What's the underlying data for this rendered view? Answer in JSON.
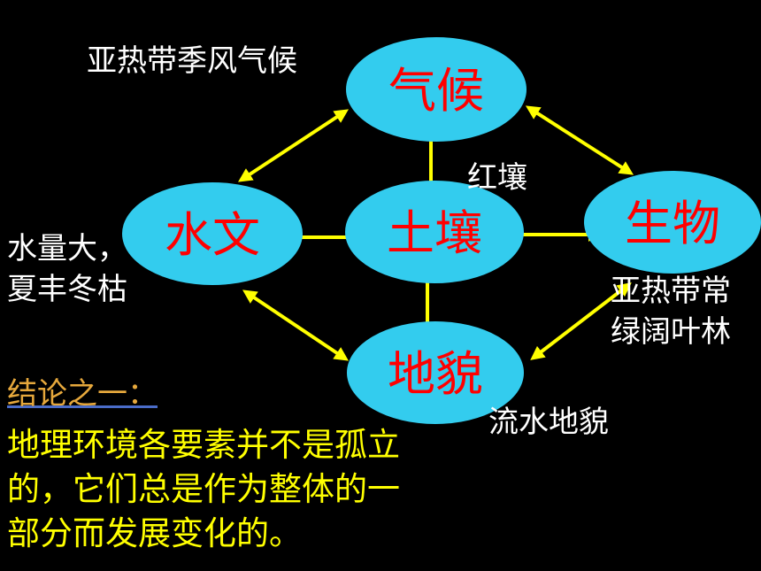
{
  "nodes": {
    "climate": "气候",
    "hydrology": "水文",
    "soil": "土壤",
    "biology": "生物",
    "landform": "地貌"
  },
  "annotations": {
    "climate": "亚热带季风气候",
    "soil": "红壤",
    "hydrology_line1": "水量大，",
    "hydrology_line2": "夏丰冬枯",
    "biology_line1": "亚热带常",
    "biology_line2": "绿阔叶林",
    "landform": "流水地貌"
  },
  "conclusion": {
    "title": "结论之一：",
    "body": "地理环境各要素并不是孤立的，它们总是作为整体的一部分而发展变化的。"
  },
  "colors": {
    "background": "#000000",
    "node_fill": "#33ccee",
    "node_label": "#ff0000",
    "arrow": "#ffff00",
    "annotation_text": "#ffffff",
    "conclusion_title": "#e6a83c",
    "conclusion_body": "#ffff00"
  }
}
